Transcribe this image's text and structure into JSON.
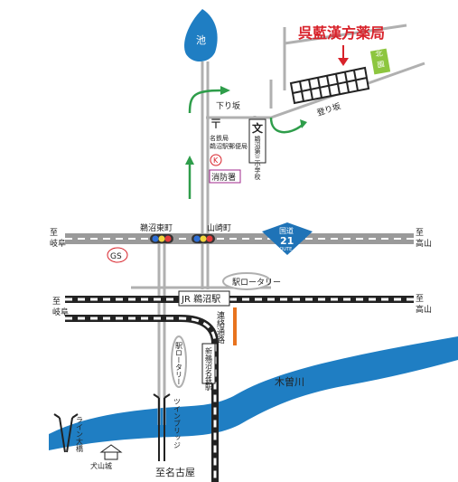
{
  "store": {
    "name": "呉藍漢方薬局"
  },
  "labels": {
    "pond": "池",
    "downhill": "下り坂",
    "uphill": "登り坂",
    "kita_park": "北公園",
    "post_office": "名鉄局\n鵜沼駅郵便局",
    "school": "鵜沼第三小学校",
    "fire_station": "消防署",
    "k_mark": "K",
    "unuma_higashi": "鵜沼東町",
    "yamasaki": "山崎町",
    "gs": "GS",
    "route_kanji": "国道",
    "route_num": "21",
    "route_en": "ROUTE",
    "to_gifu_1": "至岐阜",
    "to_takayama_1": "至高山",
    "to_gifu_2": "至岐阜",
    "to_takayama_2": "至高山",
    "station_rotary_top": "駅ロータリー",
    "jr_station": "JR 鵜沼駅",
    "passage": "連絡通路",
    "meitetsu_station": "新鵜沼名鉄駅",
    "station_rotary_side": "駅ロータリー",
    "kiso_river": "木曽川",
    "twin_bridge": "ツインブリッジ",
    "line_bridge": "ライン大橋",
    "inuyama_castle": "犬山城",
    "to_nagoya": "至名古屋"
  },
  "colors": {
    "river": "#1f7ec3",
    "road_line": "#b0b0b0",
    "arrow_green": "#2e9d4a",
    "store_red": "#d8222a",
    "park_green": "#8dc63f",
    "passage_orange": "#e8731e",
    "route_shield": "#1f73b7"
  }
}
